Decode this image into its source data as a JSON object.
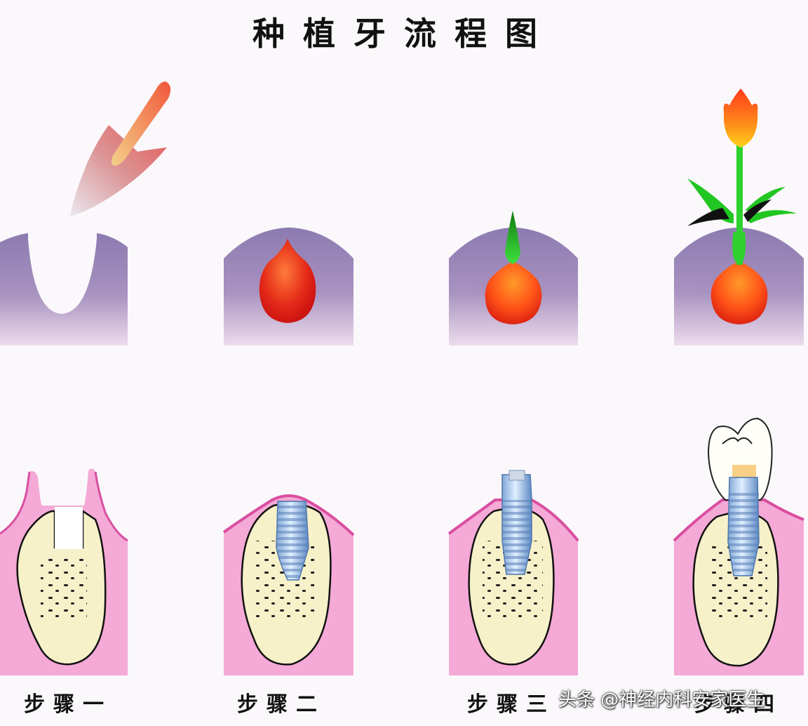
{
  "title": "种植牙流程图",
  "steps": [
    {
      "label": "步骤一"
    },
    {
      "label": "步骤二"
    },
    {
      "label": "步骤三"
    },
    {
      "label": "步骤四"
    }
  ],
  "watermark": "头条 @神经内科安家医生",
  "colors": {
    "gum_pink": "#f4a9d6",
    "gum_edge": "#d94fa0",
    "bone": "#f6f1c9",
    "soil_top": "#8c7bb0",
    "soil_bottom": "#e6d3ea",
    "seed_red": "#e4231a",
    "stem_green": "#2fd12f",
    "flower_orange": "#ff7a1a"
  }
}
